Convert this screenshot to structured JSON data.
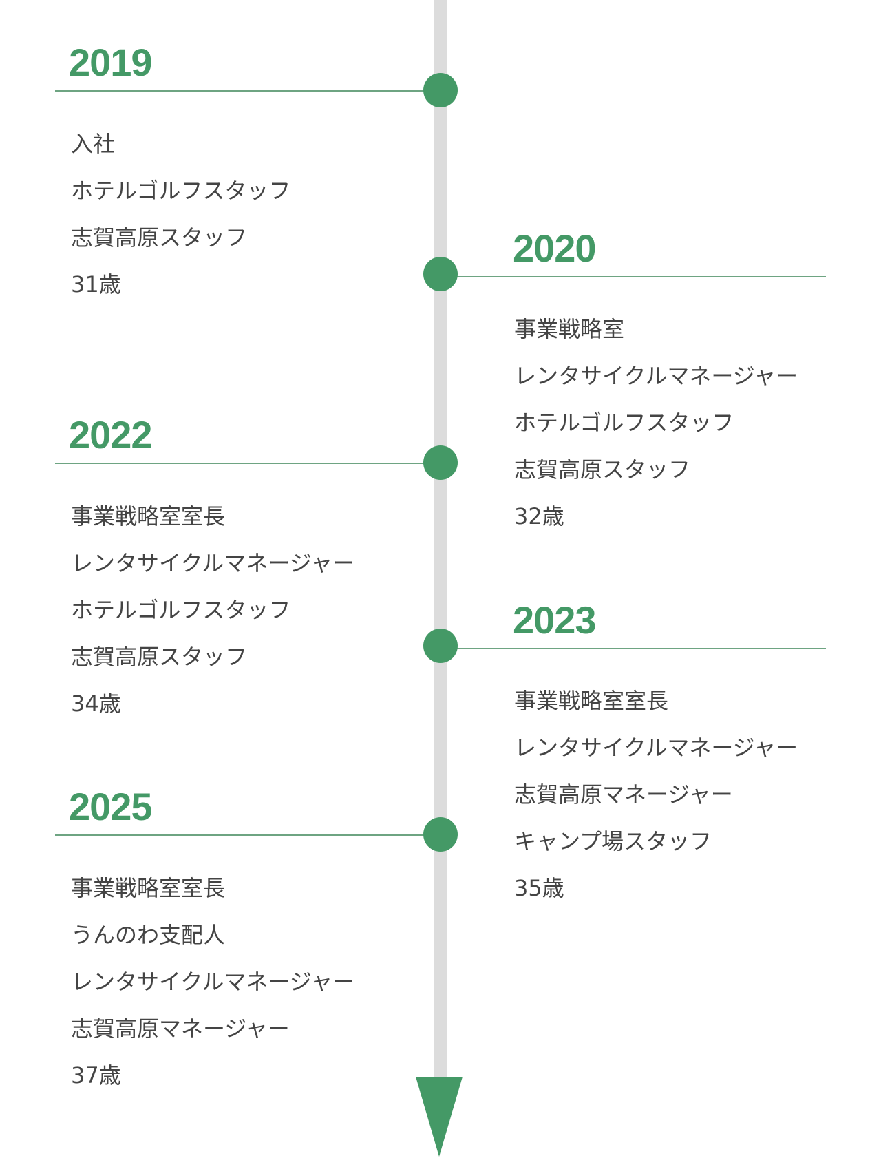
{
  "colors": {
    "accent": "#449966",
    "rule": "#6ea482",
    "bar": "#dcdcdc",
    "text": "#444444"
  },
  "timeline": {
    "entries": [
      {
        "year": "2019",
        "side": "left",
        "items": [
          "入社",
          "ホテルゴルフスタッフ",
          "志賀高原スタッフ",
          "31歳"
        ]
      },
      {
        "year": "2020",
        "side": "right",
        "items": [
          "事業戦略室",
          "レンタサイクルマネージャー",
          "ホテルゴルフスタッフ",
          "志賀高原スタッフ",
          "32歳"
        ]
      },
      {
        "year": "2022",
        "side": "left",
        "items": [
          "事業戦略室室長",
          "レンタサイクルマネージャー",
          "ホテルゴルフスタッフ",
          "志賀高原スタッフ",
          "34歳"
        ]
      },
      {
        "year": "2023",
        "side": "right",
        "items": [
          "事業戦略室室長",
          "レンタサイクルマネージャー",
          "志賀高原マネージャー",
          "キャンプ場スタッフ",
          "35歳"
        ]
      },
      {
        "year": "2025",
        "side": "left",
        "items": [
          "事業戦略室室長",
          "うんのわ支配人",
          "レンタサイクルマネージャー",
          "志賀高原マネージャー",
          "37歳"
        ]
      }
    ],
    "arrow_icon": "down-triangle-icon"
  }
}
